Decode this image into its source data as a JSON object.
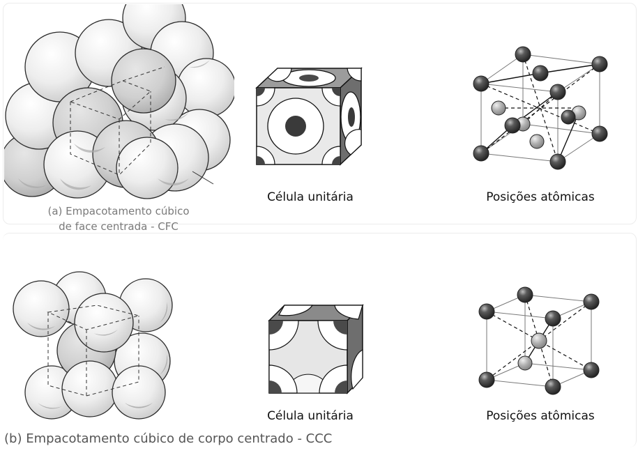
{
  "figure_a": {
    "caption_line1": "(a) Empacotamento cúbico",
    "caption_line2": "de face centrada - CFC",
    "unit_cell_label": "Célula unitária",
    "atomic_positions_label": "Posições atômicas"
  },
  "figure_b": {
    "caption": "(b) Empacotamento cúbico de corpo centrado - CCC",
    "unit_cell_label": "Célula unitária",
    "atomic_positions_label": "Posições atômicas"
  },
  "colors": {
    "sphere_light": "#f2f2f2",
    "sphere_shade": "#b8b8b8",
    "atom_dark": "#3c3c3c",
    "atom_light": "#9a9a9a",
    "outline": "#222222",
    "caption_grey": "#7a7a7a"
  }
}
